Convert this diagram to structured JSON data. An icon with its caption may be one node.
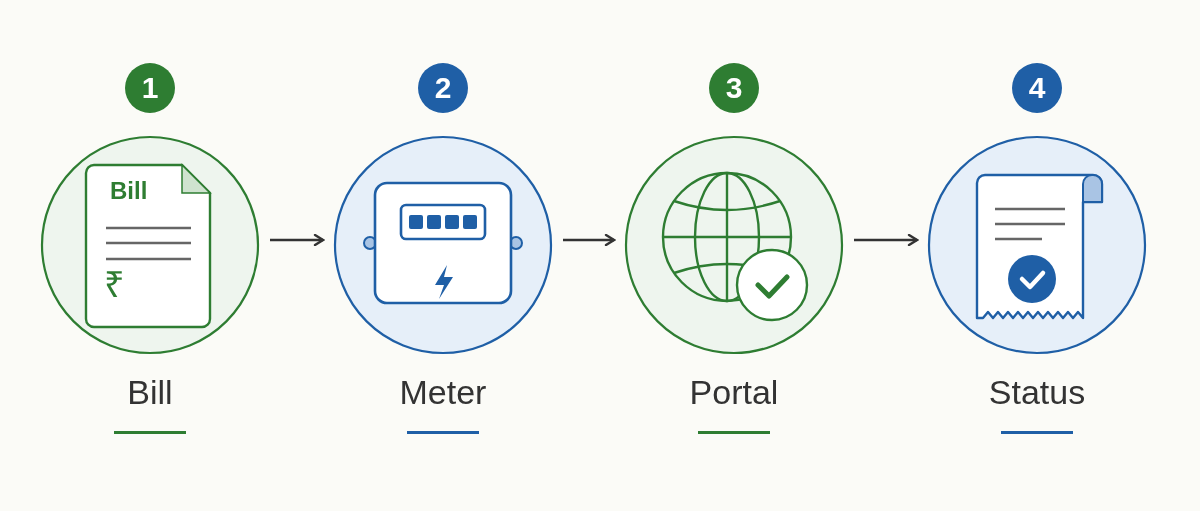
{
  "diagram": {
    "nodes": [
      {
        "text": [
          "Bill"
        ],
        "beside": [
          "1"
        ]
      },
      {
        "text": [
          "Meter"
        ],
        "beside": [
          "2"
        ]
      },
      {
        "text": [
          "Portal"
        ],
        "beside": [
          "3"
        ]
      },
      {
        "text": [
          "Status"
        ],
        "beside": [
          "4"
        ]
      }
    ],
    "edges": [
      {
        "from": 0,
        "to": 1,
        "arrow": "to"
      },
      {
        "from": 1,
        "to": 2,
        "arrow": "to"
      },
      {
        "from": 2,
        "to": 3,
        "arrow": "to"
      }
    ],
    "labels": [
      "Bill",
      "₹"
    ]
  }
}
